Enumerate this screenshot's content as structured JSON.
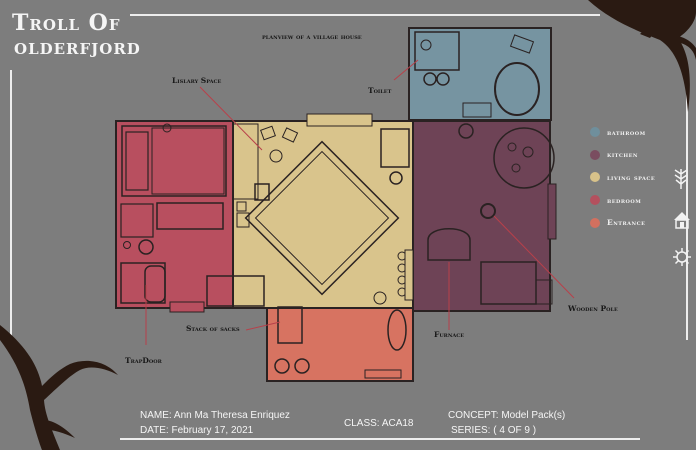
{
  "title": {
    "line1": "Troll Of",
    "line2": "OLDERFJORD"
  },
  "subtitle": "planview of a village house",
  "room_labels": {
    "library": "Lislary Space",
    "toilet": "Toilet",
    "stack": "Stack of sacks",
    "trapdoor": "TrapDoor",
    "furnace": "Furnace",
    "pole": "Wooden Pole"
  },
  "legend": [
    {
      "label": "bathroom",
      "color": "#6f8f9c"
    },
    {
      "label": "kitchen",
      "color": "#7a4d60"
    },
    {
      "label": "living space",
      "color": "#d8c28a"
    },
    {
      "label": "bedroom",
      "color": "#b4505e"
    },
    {
      "label": "Entrance",
      "color": "#d2705f"
    }
  ],
  "colors": {
    "background": "#7d7d7d",
    "bathroom": "#7694a1",
    "kitchen": "#6e4356",
    "living": "#d9c48c",
    "bedroom": "#b84f5f",
    "entrance": "#d77361",
    "walls": "#2a2222",
    "antler": "#2a1a12"
  },
  "footer": {
    "name_label": "NAME:",
    "name_value": "Ann Ma Theresa Enriquez",
    "date_label": "DATE:",
    "date_value": "February 17, 2021",
    "class_label": "CLASS:",
    "class_value": "ACA18",
    "concept_label": "CONCEPT:",
    "concept_value": "Model Pack(s)",
    "series_label": "SERIES:",
    "series_value": "(   4  OF  9   )"
  },
  "icons": [
    "tree-rune-icon",
    "hut-icon",
    "sun-rune-icon"
  ]
}
